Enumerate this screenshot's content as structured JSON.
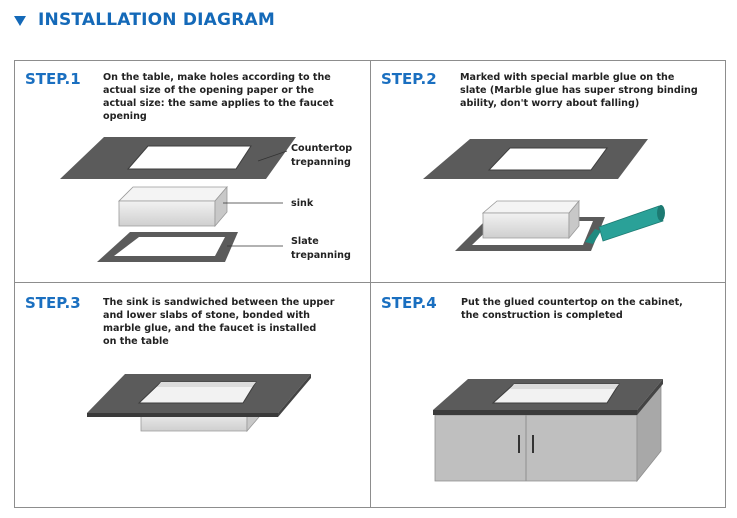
{
  "header": {
    "title": "INSTALLATION DIAGRAM"
  },
  "steps": [
    {
      "label": "STEP.1",
      "lines": [
        "On the table, make holes according to the",
        "actual size of the opening paper or the",
        "actual size: the same applies to the faucet",
        "opening"
      ],
      "callouts": [
        "Countertop",
        "trepanning",
        "sink",
        "Slate",
        "trepanning"
      ]
    },
    {
      "label": "STEP.2",
      "lines": [
        "Marked with special marble glue on the",
        "slate (Marble glue has super strong binding",
        "ability, don't worry about falling)"
      ]
    },
    {
      "label": "STEP.3",
      "lines": [
        "The sink is sandwiched between the upper",
        "and lower slabs of stone, bonded with",
        "marble glue, and the faucet is installed",
        "on the table"
      ]
    },
    {
      "label": "STEP.4",
      "lines": [
        "Put the glued countertop on the cabinet,",
        "the construction is completed"
      ]
    }
  ],
  "colors": {
    "accent": "#1469b8",
    "stone": "#5b5b5b",
    "steel": "#d9d9d9",
    "glue_tube": "#2aa198"
  }
}
